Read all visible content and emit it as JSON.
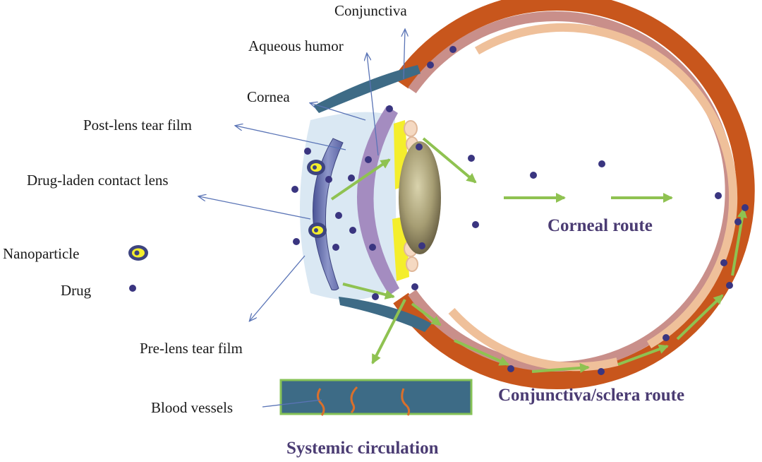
{
  "labels": {
    "conjunctiva": "Conjunctiva",
    "aqueous_humor": "Aqueous humor",
    "cornea": "Cornea",
    "post_lens_tear_film": "Post-lens tear film",
    "drug_laden_contact_lens": "Drug-laden contact lens",
    "nanoparticle": "Nanoparticle",
    "drug": "Drug",
    "pre_lens_tear_film": "Pre-lens tear film",
    "blood_vessels": "Blood vessels",
    "corneal_route": "Corneal route",
    "conjunctiva_sclera_route": "Conjunctiva/sclera route",
    "systemic_circulation": "Systemic circulation"
  },
  "colors": {
    "sclera_outer": "#c8561c",
    "sclera_middle": "#c98f8a",
    "sclera_inner": "#efc09a",
    "cornea_purple": "#a48cc0",
    "contact_lens": "#7a83b8",
    "tear_film": "#d6e6f2",
    "conjunctiva_teal": "#3e6b86",
    "lens_body": "#a79f7a",
    "iris_yellow": "#f4ee2c",
    "drug_dot": "#3a3580",
    "arrow_green": "#8fc251",
    "pointer_blue": "#5a74b6",
    "blood_vessel_bg": "#3d6b86",
    "blood_vessel_border": "#86c257",
    "vessel_line": "#d9702c",
    "route_text": "#4b3c73"
  }
}
